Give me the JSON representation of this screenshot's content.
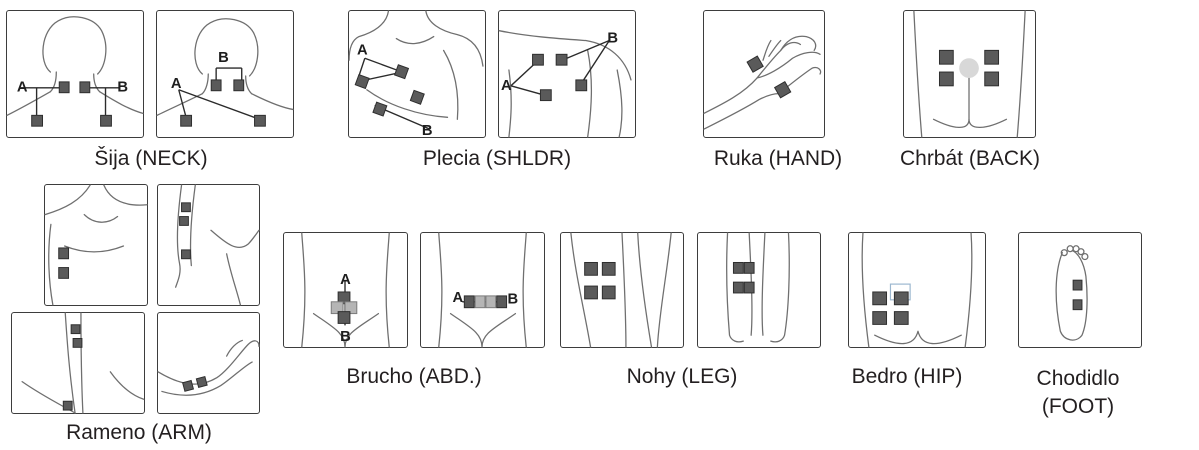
{
  "labels": {
    "neck": "Šija (NECK)",
    "shoulder": "Plecia (SHLDR)",
    "hand": "Ruka (HAND)",
    "back": "Chrbát (BACK)",
    "arm": "Rameno (ARM)",
    "abdomen": "Brucho (ABD.)",
    "leg": "Nohy (LEG)",
    "hip": "Bedro (HIP)",
    "foot_line1": "Chodidlo",
    "foot_line2": "(FOOT)"
  },
  "markers": {
    "a": "A",
    "b": "B"
  }
}
